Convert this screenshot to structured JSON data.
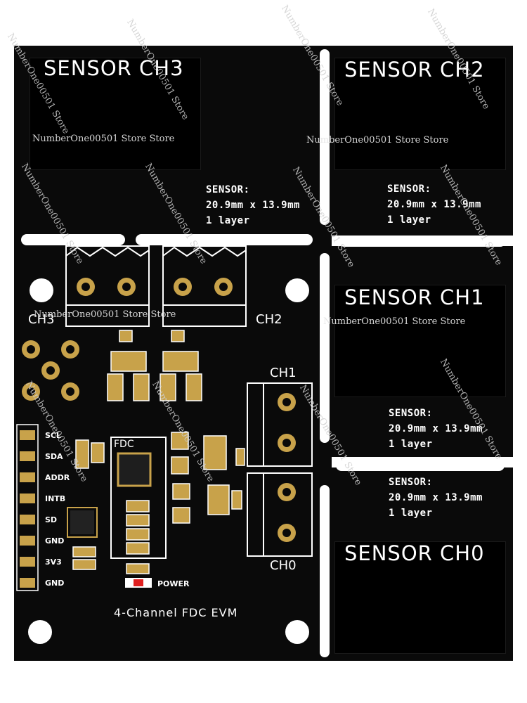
{
  "sensors": [
    {
      "title": "SENSOR CH3"
    },
    {
      "title": "SENSOR CH2"
    },
    {
      "title": "SENSOR CH1"
    },
    {
      "title": "SENSOR CH0"
    }
  ],
  "spec": {
    "label": "SENSOR:",
    "size": "20.9mm x 13.9mm",
    "layers": "1 layer"
  },
  "connectors": {
    "ch3": "CH3",
    "ch2": "CH2",
    "ch1": "CH1",
    "ch0": "CH0"
  },
  "chip_label": "FDC",
  "header_pins": [
    "SCL",
    "SDA",
    "ADDR",
    "INTB",
    "SD",
    "GND",
    "3V3",
    "GND"
  ],
  "power_label": "POWER",
  "board_title": "4-Channel FDC EVM",
  "watermark": "NumberOne00501 Store Store",
  "watermark_rotated": "NumberOne00501 Store",
  "colors": {
    "board": "#0a0a0a",
    "silkscreen": "#ffffff",
    "gold": "#c8a24a",
    "led": "#e02020"
  }
}
